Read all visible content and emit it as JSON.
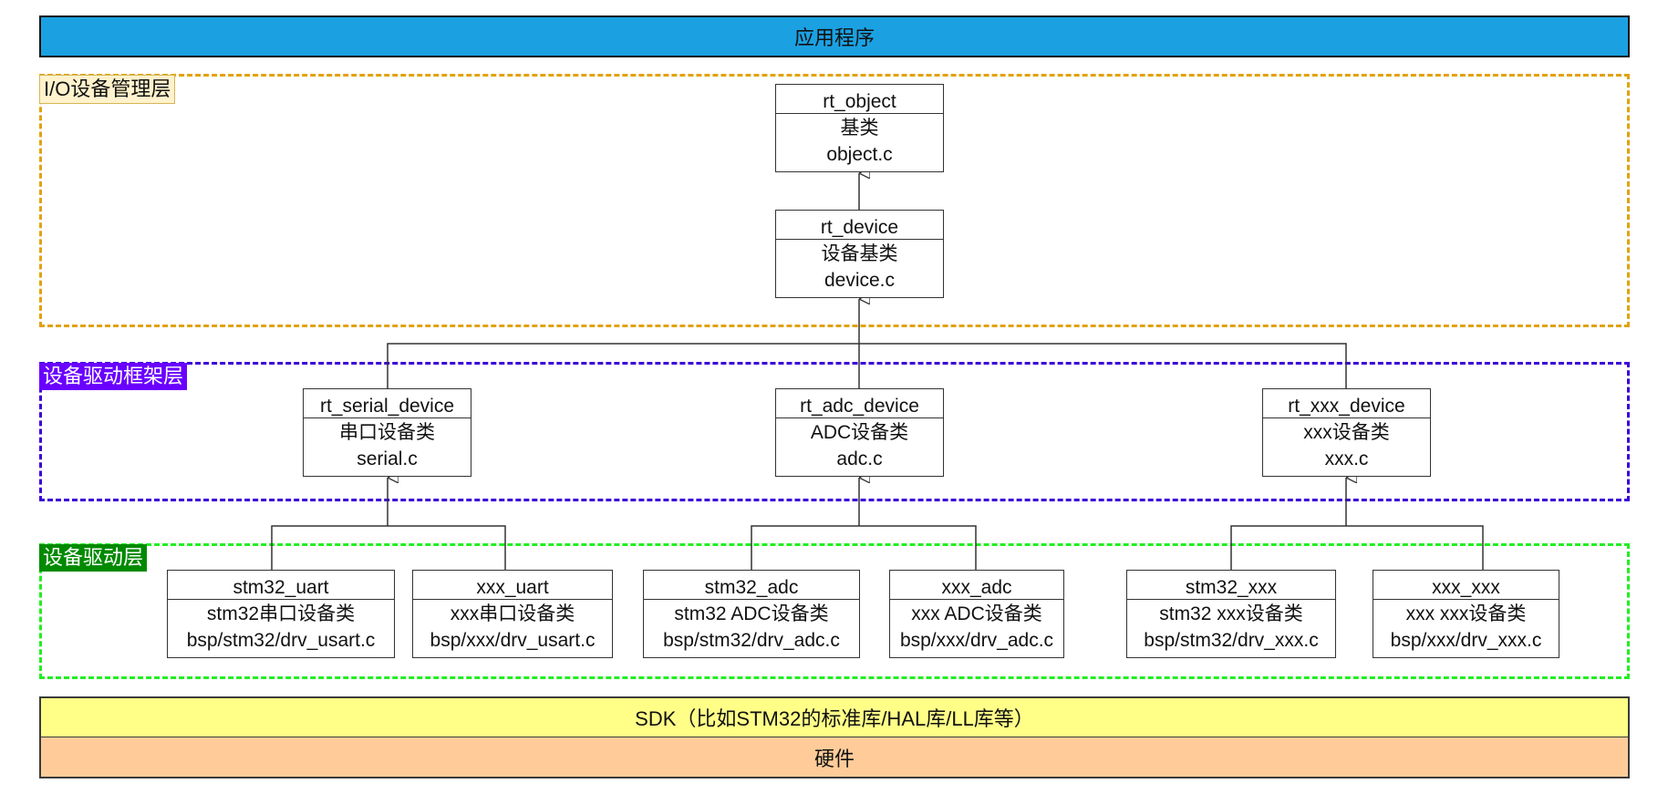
{
  "app_bar": {
    "label": "应用程序",
    "color": "#1ba1e2"
  },
  "layers": {
    "io": {
      "label": "I/O设备管理层",
      "border_color": "#e1a20f"
    },
    "framework": {
      "label": "设备驱动框架层",
      "border_color": "#3a00d8",
      "label_bg": "#6a00ff"
    },
    "driver": {
      "label": "设备驱动层",
      "border_color": "#22ee22",
      "label_bg": "#008a00"
    }
  },
  "classes": {
    "rt_object": {
      "name": "rt_object",
      "desc": "基类",
      "file": "object.c"
    },
    "rt_device": {
      "name": "rt_device",
      "desc": "设备基类",
      "file": "device.c"
    },
    "rt_serial_device": {
      "name": "rt_serial_device",
      "desc": "串口设备类",
      "file": "serial.c"
    },
    "rt_adc_device": {
      "name": "rt_adc_device",
      "desc": "ADC设备类",
      "file": "adc.c"
    },
    "rt_xxx_device": {
      "name": "rt_xxx_device",
      "desc": "xxx设备类",
      "file": "xxx.c"
    },
    "stm32_uart": {
      "name": "stm32_uart",
      "desc": "stm32串口设备类",
      "file": "bsp/stm32/drv_usart.c"
    },
    "xxx_uart": {
      "name": "xxx_uart",
      "desc": "xxx串口设备类",
      "file": "bsp/xxx/drv_usart.c"
    },
    "stm32_adc": {
      "name": "stm32_adc",
      "desc": "stm32 ADC设备类",
      "file": "bsp/stm32/drv_adc.c"
    },
    "xxx_adc": {
      "name": "xxx_adc",
      "desc": "xxx ADC设备类",
      "file": "bsp/xxx/drv_adc.c"
    },
    "stm32_xxx": {
      "name": "stm32_xxx",
      "desc": "stm32 xxx设备类",
      "file": "bsp/stm32/drv_xxx.c"
    },
    "xxx_xxx": {
      "name": "xxx_xxx",
      "desc": "xxx xxx设备类",
      "file": "bsp/xxx/drv_xxx.c"
    }
  },
  "inheritance": [
    {
      "child": "rt_device",
      "parent": "rt_object"
    },
    {
      "child": "rt_serial_device",
      "parent": "rt_device"
    },
    {
      "child": "rt_adc_device",
      "parent": "rt_device"
    },
    {
      "child": "rt_xxx_device",
      "parent": "rt_device"
    },
    {
      "child": "stm32_uart",
      "parent": "rt_serial_device"
    },
    {
      "child": "xxx_uart",
      "parent": "rt_serial_device"
    },
    {
      "child": "stm32_adc",
      "parent": "rt_adc_device"
    },
    {
      "child": "xxx_adc",
      "parent": "rt_adc_device"
    },
    {
      "child": "stm32_xxx",
      "parent": "rt_xxx_device"
    },
    {
      "child": "xxx_xxx",
      "parent": "rt_xxx_device"
    }
  ],
  "sdk_bar": {
    "label": "SDK（比如STM32的标准库/HAL库/LL库等）",
    "color": "#ffff88"
  },
  "hardware_bar": {
    "label": "硬件",
    "color": "#ffcc99"
  }
}
